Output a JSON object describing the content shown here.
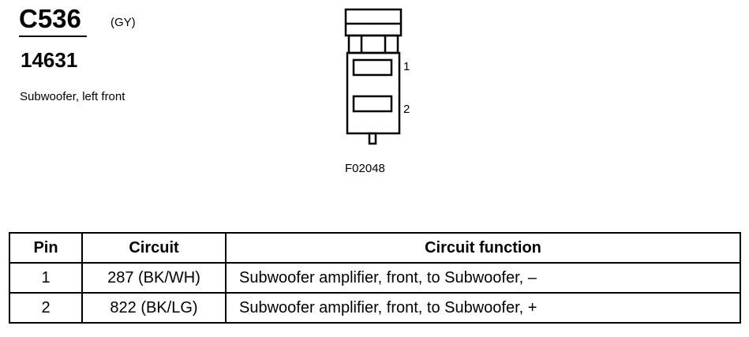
{
  "header": {
    "connector_id": "C536",
    "color_code": "(GY)",
    "part_number": "14631",
    "description": "Subwoofer, left front"
  },
  "figure": {
    "pin_labels": [
      "1",
      "2"
    ],
    "figure_id": "F02048"
  },
  "table": {
    "headers": {
      "pin": "Pin",
      "circuit": "Circuit",
      "function": "Circuit function"
    },
    "rows": [
      {
        "pin": "1",
        "circuit": "287 (BK/WH)",
        "function": "Subwoofer amplifier, front, to Subwoofer, –"
      },
      {
        "pin": "2",
        "circuit": "822 (BK/LG)",
        "function": "Subwoofer amplifier, front, to Subwoofer, +"
      }
    ]
  }
}
